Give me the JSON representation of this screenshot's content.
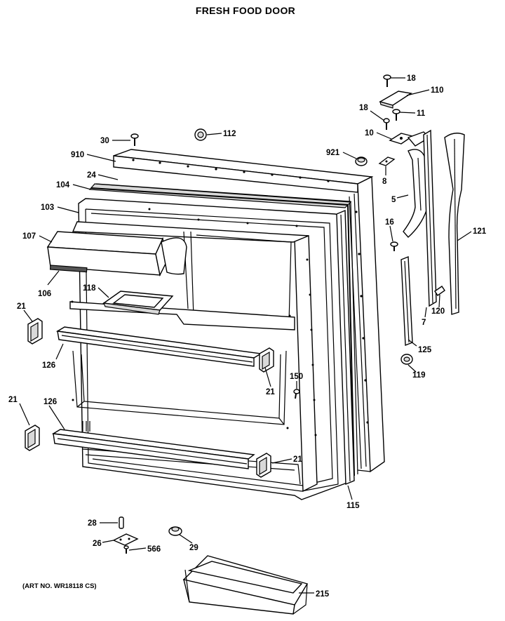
{
  "header": {
    "title": "FRESH FOOD DOOR"
  },
  "footer": {
    "art_no": "(ART NO. WR18118 CS)"
  },
  "callouts": {
    "c18a": "18",
    "c110": "110",
    "c18b": "18",
    "c11": "11",
    "c10": "10",
    "c112": "112",
    "c30": "30",
    "c910": "910",
    "c921": "921",
    "c24": "24",
    "c104": "104",
    "c8": "8",
    "c5": "5",
    "c103": "103",
    "c121": "121",
    "c107": "107",
    "c16": "16",
    "c118": "118",
    "c106": "106",
    "c21a": "21",
    "c120": "120",
    "c7": "7",
    "c125": "125",
    "c126a": "126",
    "c119": "119",
    "c21b": "21",
    "c150": "150",
    "c21c": "21",
    "c126b": "126",
    "c21d": "21",
    "c115": "115",
    "c28": "28",
    "c26": "26",
    "c566": "566",
    "c29": "29",
    "c215": "215"
  }
}
